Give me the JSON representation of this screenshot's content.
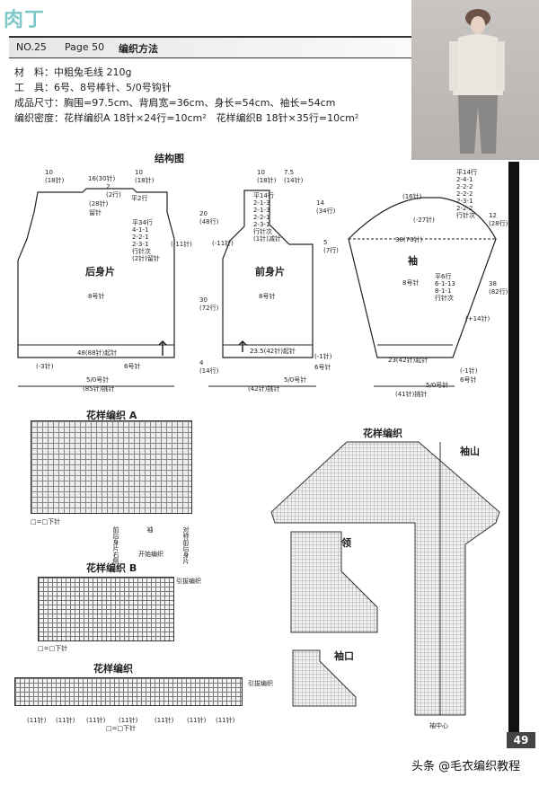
{
  "logo": "肉丁",
  "header": {
    "no": "NO.25",
    "page": "Page 50",
    "title": "编织方法"
  },
  "specs": [
    "材　料：中粗兔毛线 210g",
    "工　具：6号、8号棒针、5/0号钩针",
    "成品尺寸：胸围=97.5cm、背肩宽=36cm、身长=54cm、袖长=54cm",
    "编织密度：花样编织A 18针×24行=10cm²　花样编织B 18针×35行=10cm²"
  ],
  "structure_title": "结构图",
  "back": {
    "name": "后身片",
    "needle": "8号针",
    "rib_needle": "6号针",
    "top_left": "10\n(18针)",
    "top_mid": "16(30针)",
    "top_right": "10\n(18针)",
    "neck_drop": "2\n(2行)",
    "neck_cast": "(28针)\n留针",
    "shoulder": "平2行",
    "armhole_dec": "平34行\n4-1-1\n2-2-1\n2-3-1\n行针次\n(2针)留针",
    "side_dec": "(-11针)",
    "armhole_h": "20\n(48行)",
    "body_h": "30\n(72行)",
    "rib_h": "4\n(14行)",
    "rib_count": "(-3针)",
    "cast_on": "48(88针)起针",
    "crochet": "5/0号针",
    "bottom": "(85针)挑针"
  },
  "front": {
    "name": "前身片",
    "needle": "8号针",
    "rib_needle": "6号针",
    "top_left": "10\n(18针)",
    "top_right": "7.5\n(14针)",
    "neck_dec": "平14行\n2-1-3\n2-1-3\n2-2-1\n2-3-1\n行针次\n(1针)减针",
    "neck_h": "14\n(34行)",
    "side_dec": "(-11针)",
    "body_h": "5\n(7行)",
    "cast_on": "23.5(42针)起针",
    "rib_count": "(-1针)",
    "crochet": "5/0号针",
    "bottom": "(42针)挑针"
  },
  "sleeve": {
    "name": "袖",
    "needle": "8号针",
    "rib_needle": "6号针",
    "top": "(16针)",
    "cap_dec": "平14行\n2-4-1\n2-2-2\n2-2-2\n2-3-1\n2-2-2\n行针次",
    "cap_h": "12\n(28行)",
    "cap_count": "(-27针)",
    "width": "38(70针)",
    "inc": "平6行\n6-1-13\n8-1-1\n行针次",
    "inc_count": "(+14针)",
    "len_h": "38\n(82行)",
    "cast_on": "23(42针)起针",
    "rib_count": "(-1针)",
    "crochet": "5/0号针",
    "bottom": "(41针)挑针"
  },
  "pattern_a": {
    "title": "花样编织 A",
    "legend": "□=□下针",
    "start": "开始编织",
    "marks": [
      "前后身片右侧",
      "袖",
      "对称前后身片"
    ]
  },
  "pattern_b": {
    "title": "花样编织 B",
    "legend": "□=□下针",
    "pull": "引拔编织"
  },
  "pattern_c": {
    "title": "花样编织",
    "legend": "□=□下针",
    "pull": "引拔编织",
    "counts": [
      "(11针)",
      "(11针)",
      "(11针)",
      "(11针)",
      "(11针)",
      "(11针)",
      "(11针)"
    ]
  },
  "pattern_big": {
    "title": "花样编织",
    "cap": "袖山",
    "collar": "领",
    "cuff": "袖口",
    "center": "袖中心"
  },
  "page_number": "49",
  "watermark": "头条 @毛衣编织教程"
}
